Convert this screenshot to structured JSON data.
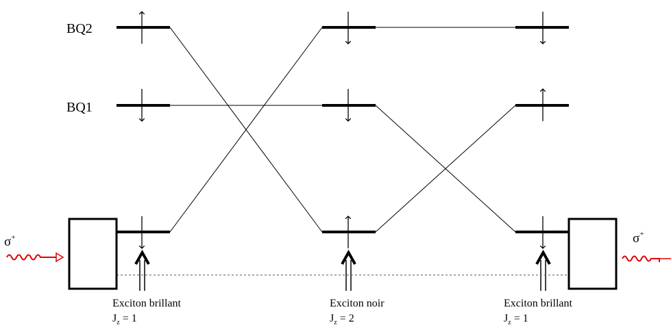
{
  "levels": {
    "bq2": "BQ2",
    "bq1": "BQ1"
  },
  "polarization": {
    "left": {
      "symbol": "σ",
      "sign": "+"
    },
    "right": {
      "symbol": "σ",
      "sign": "+"
    }
  },
  "states": [
    {
      "name": "Exciton brillant",
      "jz_label": "J",
      "jz_sub": "z",
      "jz_value": " = 1"
    },
    {
      "name": "Exciton noir",
      "jz_label": "J",
      "jz_sub": "z",
      "jz_value": " = 2"
    },
    {
      "name": "Exciton brillant",
      "jz_label": "J",
      "jz_sub": "z",
      "jz_value": " = 1"
    }
  ],
  "colors": {
    "line": "#000000",
    "photon": "#e00000",
    "dashed": "#555555"
  }
}
